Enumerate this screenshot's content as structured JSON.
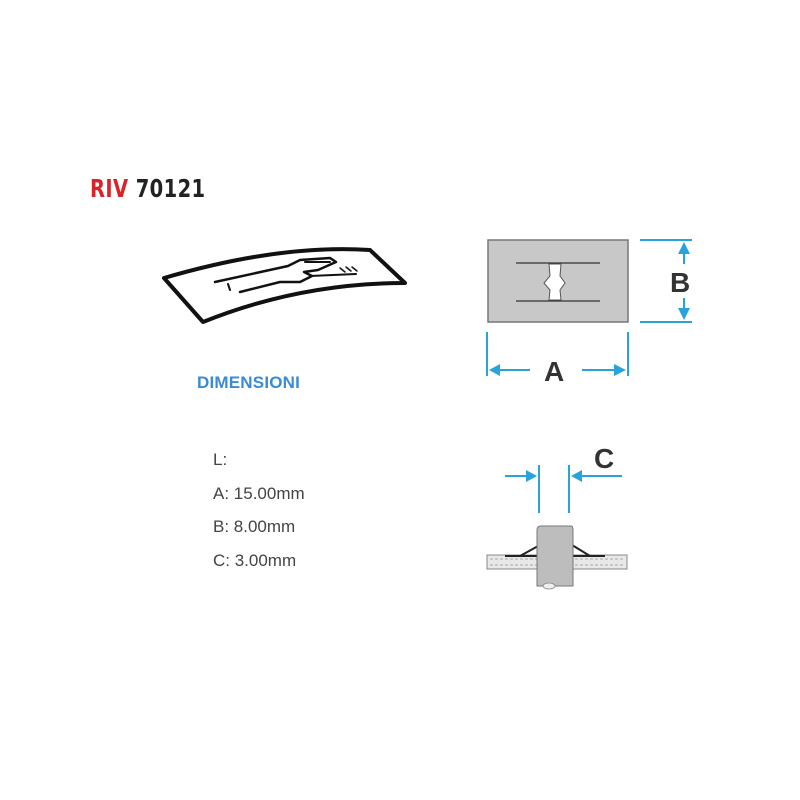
{
  "product": {
    "code": "RIV",
    "number": "70121"
  },
  "dimensions": {
    "heading": "DIMENSIONI",
    "items": [
      {
        "text": "L:"
      },
      {
        "text": "A: 15.00mm"
      },
      {
        "text": "B: 8.00mm"
      },
      {
        "text": "C: 3.00mm"
      }
    ]
  },
  "diagram": {
    "label_a": "A",
    "label_b": "B",
    "label_c": "C"
  },
  "colors": {
    "brand_red": "#d9222a",
    "dimension_blue": "#29a3dc",
    "part_gray": "#c8c8c8"
  }
}
